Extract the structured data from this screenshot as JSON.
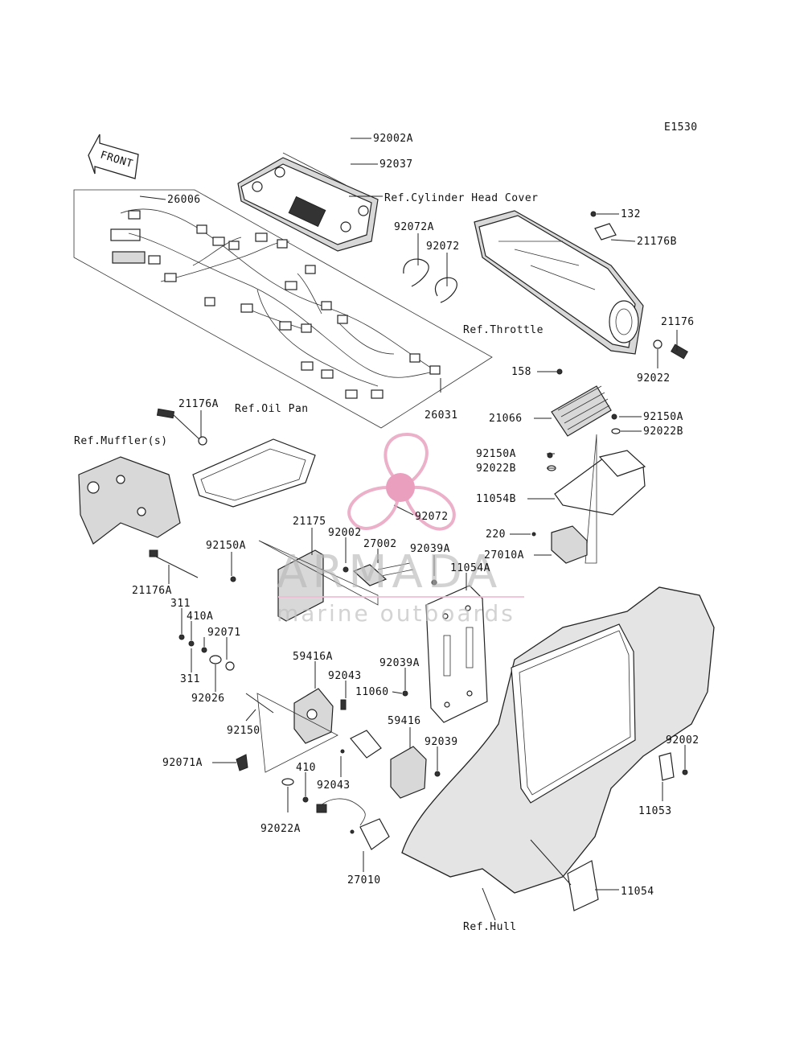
{
  "diagram_code": "E1530",
  "front_label": "FRONT",
  "watermark": {
    "brand": "ARMADA",
    "tagline": "marine outboards",
    "logo_color": "#e9a3c0",
    "logo_hub_color": "#e88fb5",
    "line_color": "#f0bcd2"
  },
  "refs": {
    "cylinder_head_cover": "Ref.Cylinder Head Cover",
    "throttle": "Ref.Throttle",
    "oil_pan": "Ref.Oil Pan",
    "muffler": "Ref.Muffler(s)",
    "hull": "Ref.Hull"
  },
  "parts": {
    "p92002A": "92002A",
    "p92037": "92037",
    "p26006": "26006",
    "p92072A": "92072A",
    "p92072a": "92072",
    "p132": "132",
    "p21176B": "21176B",
    "p21176": "21176",
    "p92022": "92022",
    "p158": "158",
    "p26031": "26031",
    "p21066": "21066",
    "p92150A_r": "92150A",
    "p92022B_r": "92022B",
    "p21176A_top": "21176A",
    "p92150A_l": "92150A",
    "p92022B_l": "92022B",
    "p11054B": "11054B",
    "p92072b": "92072",
    "p21175": "21175",
    "p92002_mid": "92002",
    "p27002": "27002",
    "p92039A_top": "92039A",
    "p220": "220",
    "p27010A": "27010A",
    "p92150A_mid": "92150A",
    "p11054A": "11054A",
    "p21176A_bot": "21176A",
    "p311_top": "311",
    "p410A": "410A",
    "p92071": "92071",
    "p311_bot": "311",
    "p92026": "92026",
    "p59416A": "59416A",
    "p92043_top": "92043",
    "p92039A_mid": "92039A",
    "p11060": "11060",
    "p92150": "92150",
    "p59416": "59416",
    "p92039": "92039",
    "p92002_right": "92002",
    "p92071A": "92071A",
    "p410": "410",
    "p92043_bot": "92043",
    "p11053": "11053",
    "p92022A": "92022A",
    "p27010": "27010",
    "p11054": "11054"
  }
}
